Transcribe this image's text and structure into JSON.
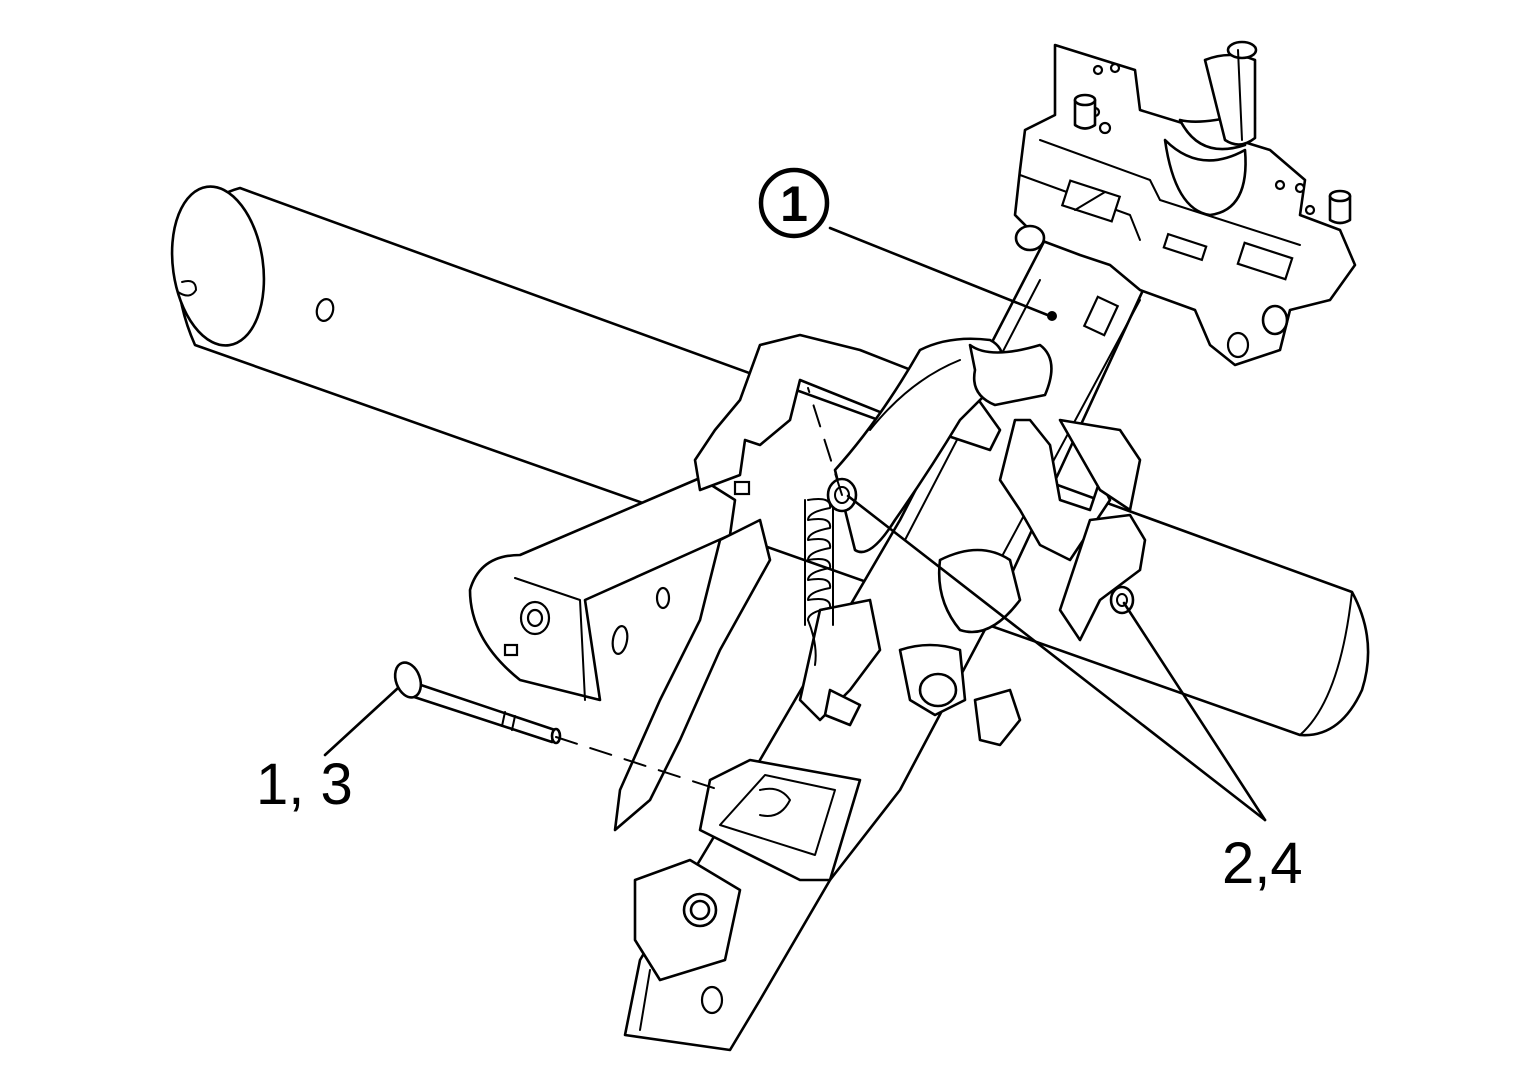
{
  "callouts": {
    "part_marker": "1",
    "bolt_label": "1, 3",
    "nut_label": "2,4"
  },
  "colors": {
    "line": "#000000",
    "background": "#ffffff"
  }
}
